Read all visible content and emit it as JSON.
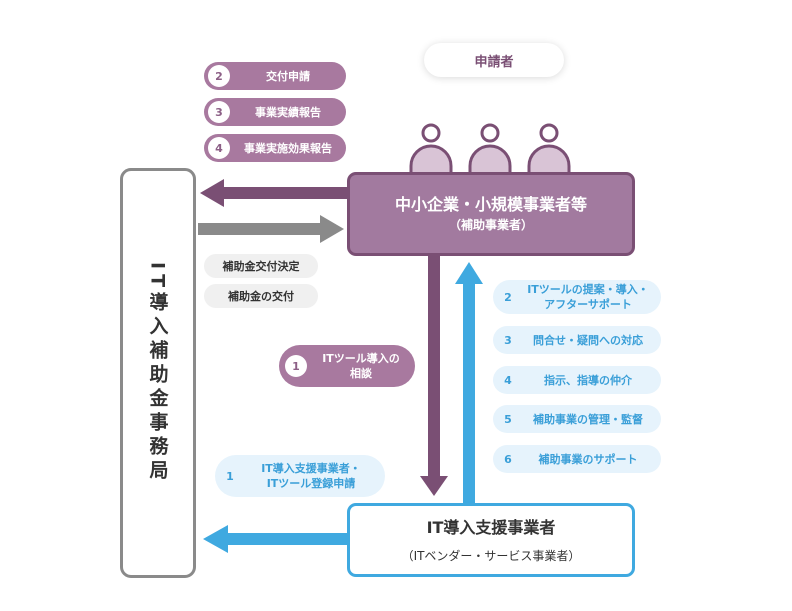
{
  "applicant_label": "申請者",
  "sme": {
    "title": "中小企業・小規模事業者等",
    "subtitle": "（補助事業者）"
  },
  "it_vendor": {
    "title": "IT導入支援事業者",
    "subtitle": "（ITベンダー・サービス事業者）"
  },
  "office": {
    "label": "IT導入補助金事務局"
  },
  "sme_to_office": [
    {
      "num": "2",
      "label": "交付申請"
    },
    {
      "num": "3",
      "label": "事業実績報告"
    },
    {
      "num": "4",
      "label": "事業実施効果報告"
    }
  ],
  "office_to_sme": [
    {
      "label": "補助金交付決定"
    },
    {
      "label": "補助金の交付"
    }
  ],
  "sme_to_vendor": {
    "num": "1",
    "line1": "ITツール導入の",
    "line2": "相談"
  },
  "vendor_to_office": {
    "num": "1",
    "line1": "IT導入支援事業者・",
    "line2": "ITツール登録申請"
  },
  "vendor_to_sme": [
    {
      "num": "2",
      "line1": "ITツールの提案・導入・",
      "line2": "アフターサポート"
    },
    {
      "num": "3",
      "line1": "問合せ・疑問への対応",
      "line2": ""
    },
    {
      "num": "4",
      "line1": "指示、指導の仲介",
      "line2": ""
    },
    {
      "num": "5",
      "line1": "補助事業の管理・監督",
      "line2": ""
    },
    {
      "num": "6",
      "line1": "補助事業のサポート",
      "line2": ""
    }
  ],
  "colors": {
    "purple_dark": "#7a4f74",
    "purple": "#a27a9f",
    "blue": "#3fa9e0",
    "gray": "#8a8a8a"
  }
}
